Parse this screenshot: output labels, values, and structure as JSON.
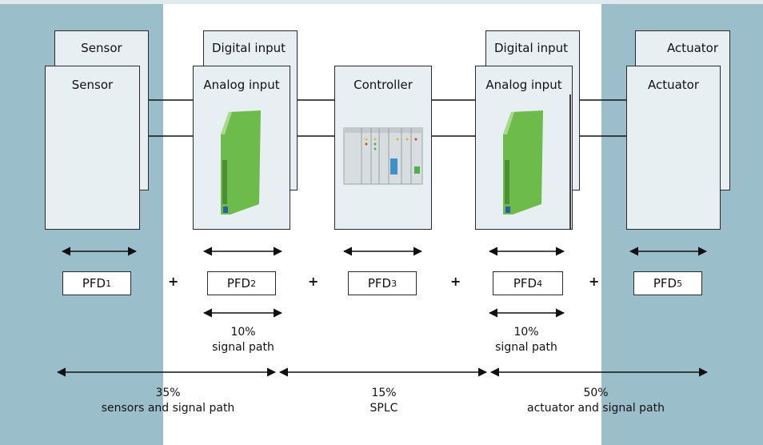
{
  "colors": {
    "outer_background": "#dfe9ee",
    "side_band": "#9bbfca",
    "center_band": "#ffffff",
    "box_fill": "#e7eff3",
    "module_green": "#6dbb4a",
    "line": "#111111"
  },
  "boxes": {
    "sensor_back": "Sensor",
    "sensor_front": "Sensor",
    "digital_input_1": "Digital input",
    "analog_input_1": "Analog input",
    "controller": "Controller",
    "digital_input_2": "Digital input",
    "analog_input_2": "Analog input",
    "actuator_back": "Actuator",
    "actuator_front": "Actuator"
  },
  "pfd": [
    {
      "base": "PFD",
      "sub": "1"
    },
    {
      "base": "PFD",
      "sub": "2"
    },
    {
      "base": "PFD",
      "sub": "3"
    },
    {
      "base": "PFD",
      "sub": "4"
    },
    {
      "base": "PFD",
      "sub": "5"
    }
  ],
  "plus": [
    "+",
    "+",
    "+",
    "+"
  ],
  "signal_path": [
    {
      "percent": "10%",
      "label": "signal path"
    },
    {
      "percent": "10%",
      "label": "signal path"
    }
  ],
  "segments": [
    {
      "percent": "35%",
      "label": "sensors and signal path"
    },
    {
      "percent": "15%",
      "label": "SPLC"
    },
    {
      "percent": "50%",
      "label": "actuator and signal path"
    }
  ]
}
